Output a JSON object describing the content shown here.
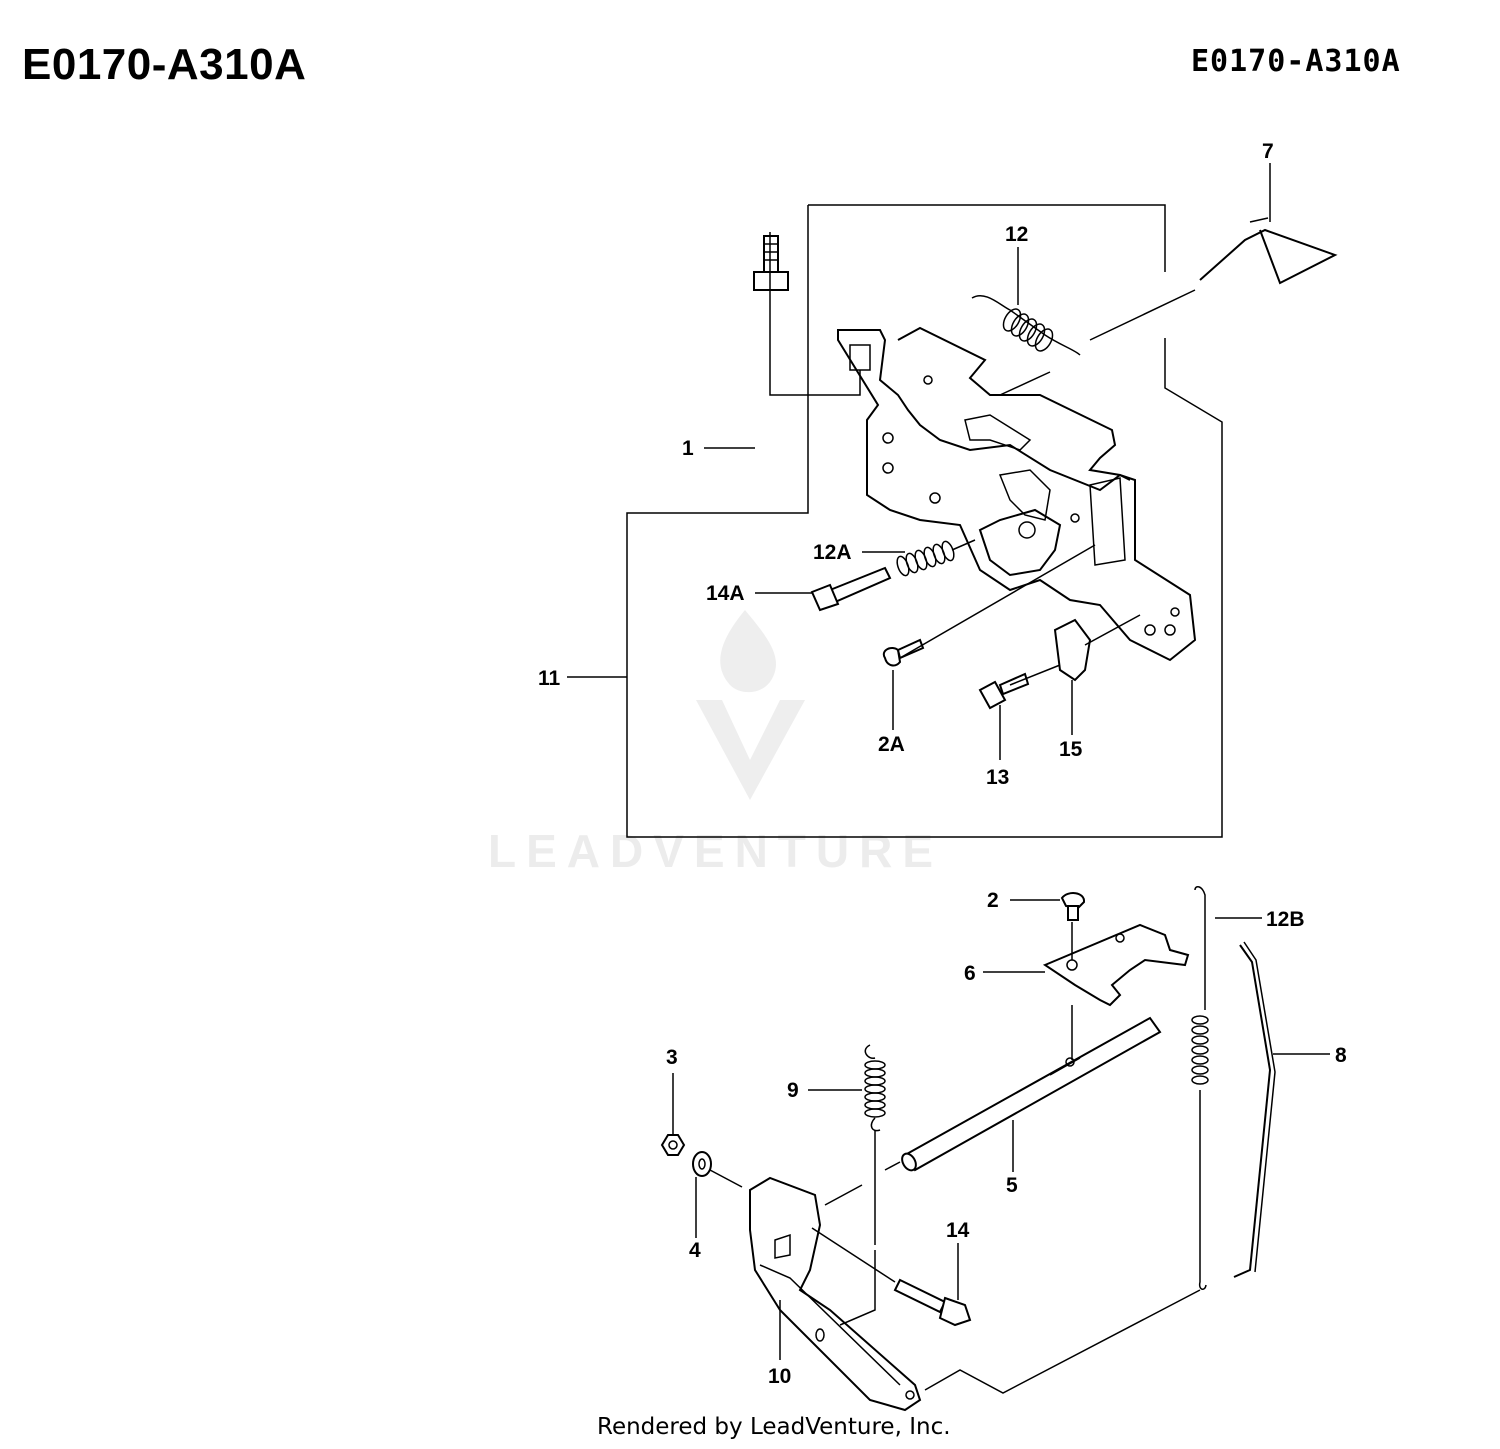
{
  "header": {
    "title": "E0170-A310A",
    "reference": "E0170-A310A"
  },
  "callouts": {
    "c1": "1",
    "c2": "2",
    "c2A": "2A",
    "c3": "3",
    "c4": "4",
    "c5": "5",
    "c6": "6",
    "c7": "7",
    "c8": "8",
    "c9": "9",
    "c10": "10",
    "c11": "11",
    "c12": "12",
    "c12A": "12A",
    "c12B": "12B",
    "c13": "13",
    "c14": "14",
    "c14A": "14A",
    "c15": "15"
  },
  "watermark": "LEADVENTURE",
  "footer": "Rendered by LeadVenture, Inc."
}
